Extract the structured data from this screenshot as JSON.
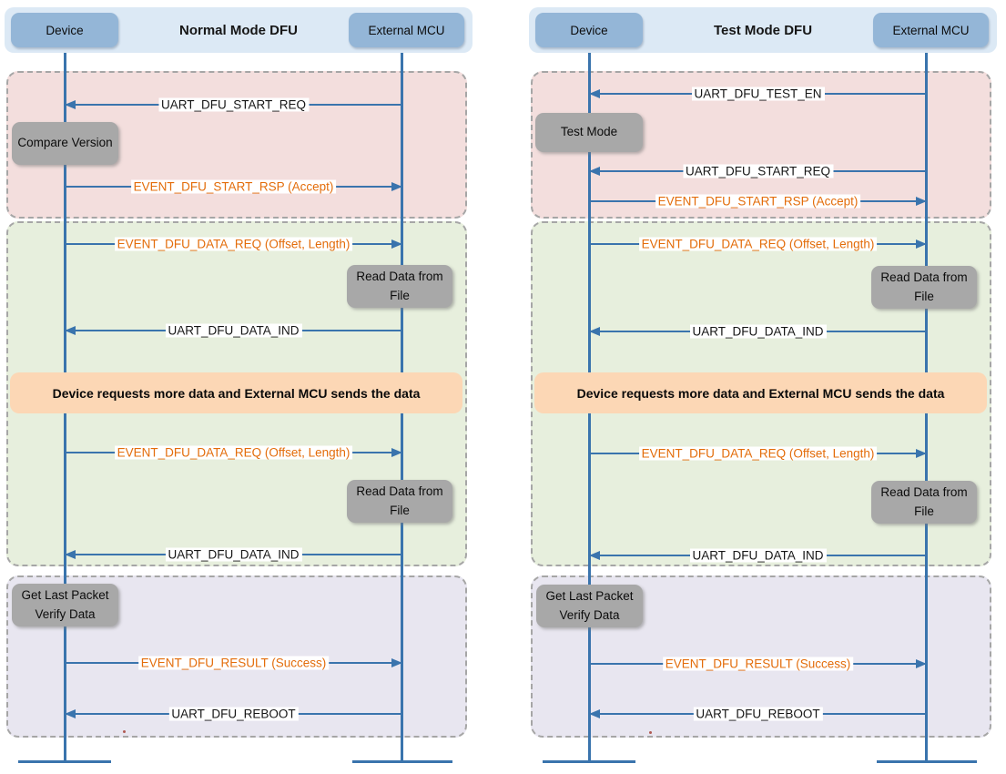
{
  "palette": {
    "header_bg": "#dce9f5",
    "actor_bg": "#94b6d7",
    "region_pink": "#f3dedd",
    "region_green": "#e7efdd",
    "region_purple": "#e8e6f0",
    "gray_note_bg": "#a8a8a8",
    "orange_note_bg": "#fcd7b5",
    "line_blue": "#3a74ad",
    "orange_label_text": "#e36c0a",
    "dashed_border": "#a6a6a6"
  },
  "normal": {
    "title": "Normal Mode DFU",
    "device": "Device",
    "external_mcu": "External MCU",
    "msg_start_req": "UART_DFU_START_REQ",
    "note_compare_version": "Compare Version",
    "msg_start_rsp": "EVENT_DFU_START_RSP (Accept)",
    "msg_data_req_1": "EVENT_DFU_DATA_REQ (Offset, Length)",
    "note_read_data_1": "Read Data from File",
    "msg_data_ind_1": "UART_DFU_DATA_IND",
    "note_more_data": "Device requests more data and External MCU sends the data",
    "msg_data_req_2": "EVENT_DFU_DATA_REQ (Offset, Length)",
    "note_read_data_2": "Read Data from File",
    "msg_data_ind_2": "UART_DFU_DATA_IND",
    "note_verify": "Get Last Packet Verify Data",
    "msg_result": "EVENT_DFU_RESULT (Success)",
    "msg_reboot": "UART_DFU_REBOOT"
  },
  "test": {
    "title": "Test Mode DFU",
    "device": "Device",
    "external_mcu": "External MCU",
    "msg_test_en": "UART_DFU_TEST_EN",
    "note_test_mode": "Test Mode",
    "msg_start_req": "UART_DFU_START_REQ",
    "msg_start_rsp": "EVENT_DFU_START_RSP (Accept)",
    "msg_data_req_1": "EVENT_DFU_DATA_REQ (Offset, Length)",
    "note_read_data_1": "Read Data from File",
    "msg_data_ind_1": "UART_DFU_DATA_IND",
    "note_more_data": "Device requests more data and External MCU sends the data",
    "msg_data_req_2": "EVENT_DFU_DATA_REQ (Offset, Length)",
    "note_read_data_2": "Read Data from File",
    "msg_data_ind_2": "UART_DFU_DATA_IND",
    "note_verify": "Get Last Packet Verify Data",
    "msg_result": "EVENT_DFU_RESULT (Success)",
    "msg_reboot": "UART_DFU_REBOOT"
  }
}
